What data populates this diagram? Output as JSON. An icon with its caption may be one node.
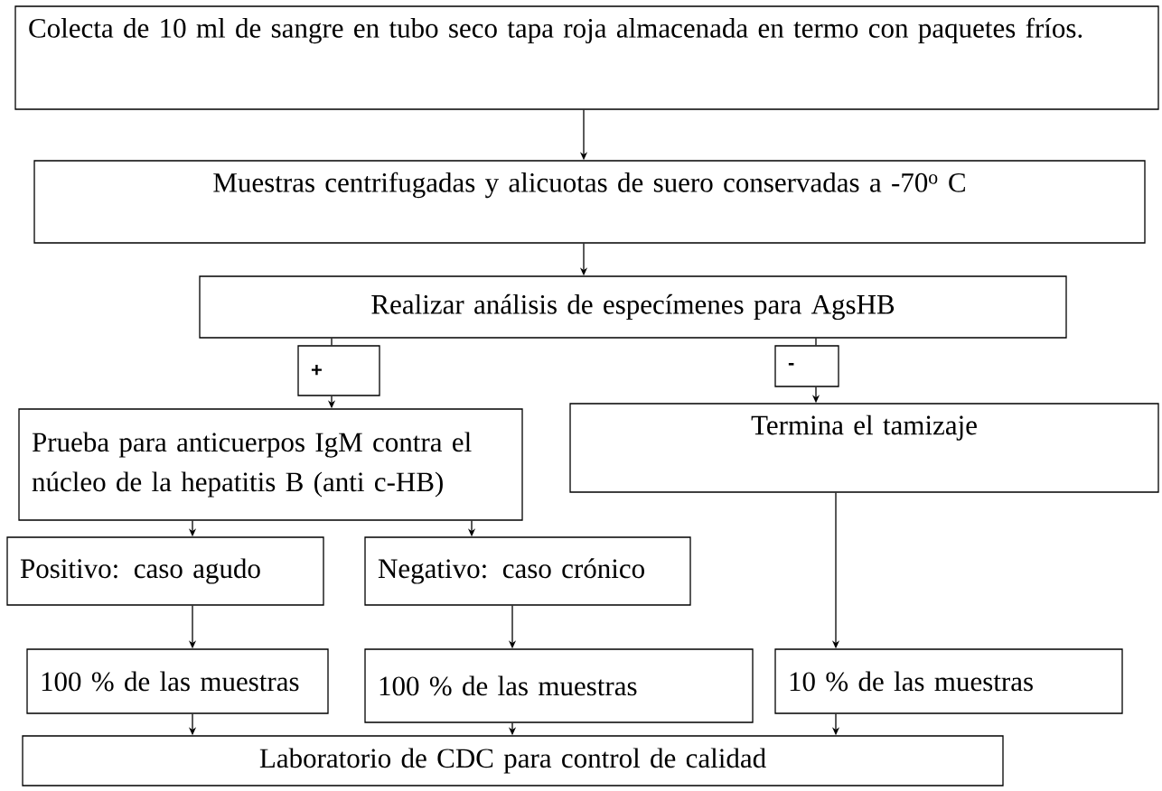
{
  "diagram": {
    "nodes": [
      {
        "text": [
          "Colecta de 10 ml de sangre en tubo seco tapa roja almacenada en termo con paquetes fríos."
        ]
      },
      {
        "text": [
          "Muestras centrifugadas y alicuotas de suero conservadas a -70$^{o}$ C"
        ]
      },
      {
        "text": [
          "Realizar análisis de especímenes para AgsHB"
        ]
      },
      {
        "text": [
          "+"
        ]
      },
      {
        "text": [
          "-"
        ]
      },
      {
        "text": [
          "Prueba para anticuerpos IgM contra el núcleo de la hepatitis B (anti c-HB)"
        ]
      },
      {
        "text": [
          "Termina el tamizaje"
        ]
      },
      {
        "text": [
          "Positivo: caso agudo"
        ]
      },
      {
        "text": [
          "Negativo: caso crónico"
        ]
      },
      {
        "text": [
          "100 % de las muestras"
        ]
      },
      {
        "text": [
          "100 % de las muestras"
        ]
      },
      {
        "text": [
          "10 % de las muestras"
        ]
      },
      {
        "text": [
          "Laboratorio de CDC para control de calidad"
        ]
      }
    ],
    "edges": [
      {
        "from": 0,
        "to": 1,
        "arrow": "to"
      },
      {
        "from": 1,
        "to": 2,
        "arrow": "to"
      },
      {
        "from": 2,
        "to": 3,
        "arrow": "none"
      },
      {
        "from": 2,
        "to": 4,
        "arrow": "none"
      },
      {
        "from": 3,
        "to": 5,
        "arrow": "to"
      },
      {
        "from": 4,
        "to": 6,
        "arrow": "to"
      },
      {
        "from": 5,
        "to": 7,
        "arrow": "to"
      },
      {
        "from": 5,
        "to": 8,
        "arrow": "to"
      },
      {
        "from": 7,
        "to": 9,
        "arrow": "to"
      },
      {
        "from": 8,
        "to": 10,
        "arrow": "to"
      },
      {
        "from": 6,
        "to": 11,
        "arrow": "to"
      },
      {
        "from": 9,
        "to": 12,
        "arrow": "to"
      },
      {
        "from": 10,
        "to": 12,
        "arrow": "to"
      },
      {
        "from": 11,
        "to": 12,
        "arrow": "to"
      }
    ]
  }
}
